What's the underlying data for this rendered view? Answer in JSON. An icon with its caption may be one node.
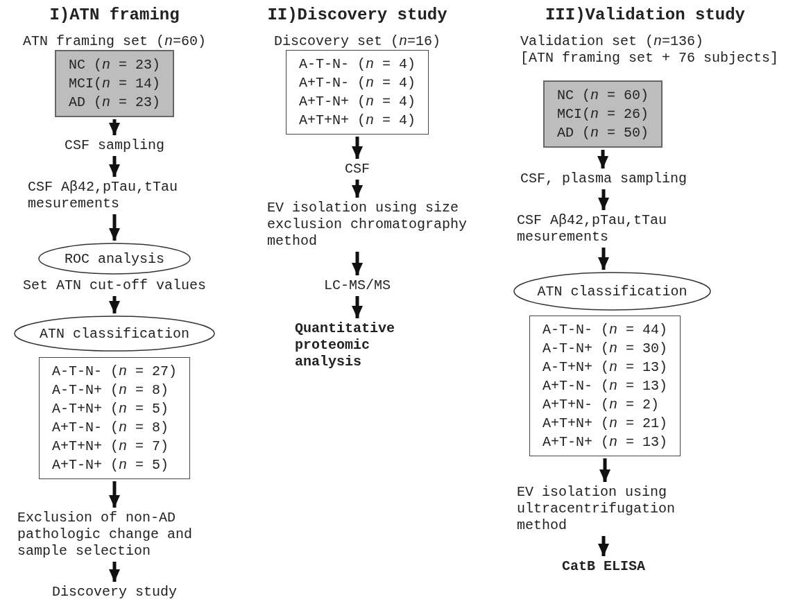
{
  "diagram": {
    "nodes": [
      {
        "text": [
          "ATN framing set (*n*=60)",
          "NC (*n* = 23)",
          "MCI(*n* = 14)",
          "AD (*n* = 23)"
        ]
      },
      {
        "text": [
          "CSF sampling"
        ]
      },
      {
        "text": [
          "CSF Aβ42,pTau,tTau mesurements"
        ]
      },
      {
        "text": [
          "ROC analysis"
        ],
        "beside": [
          "Set ATN cut-off values"
        ]
      },
      {
        "text": [
          "ATN classification"
        ]
      },
      {
        "text": [
          "A-T-N- (*n* = 27)",
          "A-T-N+ (*n* = 8)",
          "A-T+N+ (*n* = 5)",
          "A+T-N- (*n* = 8)",
          "A+T+N+ (*n* = 7)",
          "A+T-N+ (*n* = 5)"
        ]
      },
      {
        "text": [
          "Exclusion of non-AD pathologic change and sample selection"
        ]
      },
      {
        "text": [
          "Discovery study"
        ]
      },
      {
        "text": [
          "Discovery set (*n*=16)",
          "A-T-N- (*n* = 4)",
          "A+T-N- (*n* = 4)",
          "A+T-N+ (*n* = 4)",
          "A+T+N+ (*n* = 4)"
        ]
      },
      {
        "text": [
          "CSF"
        ]
      },
      {
        "text": [
          "EV isolation using size exclusion chromatography method"
        ]
      },
      {
        "text": [
          "LC-MS/MS"
        ]
      },
      {
        "text": [
          "Quantitative proteomic analysis"
        ]
      },
      {
        "text": [
          "Validation set (*n*=136)",
          "[ATN framing set + 76 subjects]",
          "NC (*n* = 60)",
          "MCI(*n* = 26)",
          "AD (*n* = 50)"
        ]
      },
      {
        "text": [
          "CSF, plasma sampling"
        ]
      },
      {
        "text": [
          "CSF Aβ42,pTau,tTau mesurements"
        ]
      },
      {
        "text": [
          "ATN classification"
        ]
      },
      {
        "text": [
          "A-T-N- (*n* = 44)",
          "A-T-N+ (*n* = 30)",
          "A-T+N+ (*n* = 13)",
          "A+T-N- (*n* = 13)",
          "A+T+N- (*n* = 2)",
          "A+T+N+ (*n* = 21)",
          "A+T-N+ (*n* = 13)"
        ]
      },
      {
        "text": [
          "EV isolation using ultracentrifugation method"
        ]
      },
      {
        "text": [
          "CatB ELISA"
        ]
      }
    ],
    "edges": [
      {
        "from": 0,
        "to": 1,
        "arrow": "to"
      },
      {
        "from": 1,
        "to": 2,
        "arrow": "to"
      },
      {
        "from": 2,
        "to": 3,
        "arrow": "to"
      },
      {
        "from": 3,
        "to": 4,
        "arrow": "to"
      },
      {
        "from": 5,
        "to": 6,
        "arrow": "to"
      },
      {
        "from": 6,
        "to": 7,
        "arrow": "to"
      },
      {
        "from": 8,
        "to": 9,
        "arrow": "to"
      },
      {
        "from": 9,
        "to": 10,
        "arrow": "to"
      },
      {
        "from": 10,
        "to": 11,
        "arrow": "to"
      },
      {
        "from": 11,
        "to": 12,
        "arrow": "to"
      },
      {
        "from": 13,
        "to": 14,
        "arrow": "to"
      },
      {
        "from": 14,
        "to": 15,
        "arrow": "to"
      },
      {
        "from": 15,
        "to": 16,
        "arrow": "to"
      },
      {
        "from": 17,
        "to": 18,
        "arrow": "to"
      },
      {
        "from": 18,
        "to": 19,
        "arrow": "to"
      }
    ],
    "labels": [
      "I)ATN framing",
      "II)Discovery study",
      "III)Validation study"
    ]
  }
}
